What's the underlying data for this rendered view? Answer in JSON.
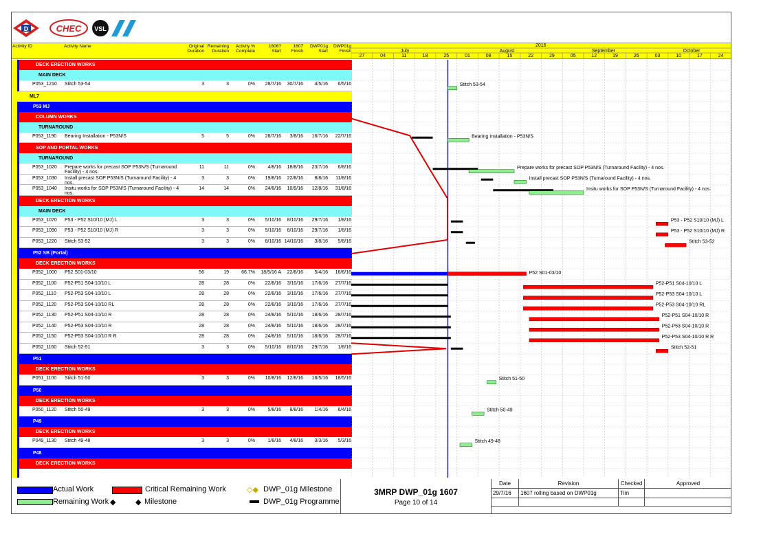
{
  "logos": [
    "D",
    "CHEC",
    "VSL"
  ],
  "columns": {
    "activity_id": "Activity ID",
    "activity_name": "Activity Name",
    "orig_duration": [
      "Original",
      "Duration"
    ],
    "rem_duration": [
      "Remaining",
      "Duration"
    ],
    "pct_complete": [
      "Activity %",
      "Complete"
    ],
    "start_1607": [
      "1606?",
      "Start"
    ],
    "finish_1607": [
      "1607",
      "Finish"
    ],
    "dwp_start": [
      "DWP01g",
      "Start"
    ],
    "dwp_finish": [
      "DWP01g",
      "Finish"
    ]
  },
  "timeline": {
    "year": "2016",
    "months": [
      "July",
      "August",
      "September",
      "October"
    ],
    "weeks": [
      "27",
      "04",
      "11",
      "18",
      "25",
      "01",
      "08",
      "15",
      "22",
      "29",
      "05",
      "12",
      "19",
      "26",
      "03",
      "10",
      "17",
      "24"
    ]
  },
  "rows": [
    {
      "type": "red",
      "label": "DECK ERECTION WORKS"
    },
    {
      "type": "cyan",
      "label": "MAIN DECK"
    },
    {
      "type": "act",
      "id": "P053_1210",
      "name": "Stitch 53-54",
      "od": "3",
      "rd": "3",
      "pc": "0%",
      "s": "28/7/16",
      "f": "30/7/16",
      "ds": "4/5/16",
      "df": "6/5/16",
      "bar": "Stitch 53-54"
    },
    {
      "type": "yellow",
      "label": "ML7"
    },
    {
      "type": "blue",
      "label": "P53 MJ"
    },
    {
      "type": "red",
      "label": "COLUMN WORKS"
    },
    {
      "type": "cyan",
      "label": "TURNAROUND"
    },
    {
      "type": "act",
      "id": "P053_1190",
      "name": "Bearing Installation - P53N/S",
      "od": "5",
      "rd": "5",
      "pc": "0%",
      "s": "28/7/16",
      "f": "3/8/16",
      "ds": "16/7/16",
      "df": "22/7/16",
      "bar": "Bearing Installation - P53N/S"
    },
    {
      "type": "red",
      "label": "SOP AND PORTAL WORKS"
    },
    {
      "type": "cyan",
      "label": "TURNAROUND"
    },
    {
      "type": "act",
      "id": "P053_1020",
      "name": "Prepare works for precast SOP P53N/S (Turnaround Facility) - 4 nos.",
      "od": "11",
      "rd": "11",
      "pc": "0%",
      "s": "4/8/16",
      "f": "18/8/16",
      "ds": "23/7/16",
      "df": "6/8/16",
      "bar": "Prepare works for precast SOP P53N/S (Turnaround Facility) - 4 nos."
    },
    {
      "type": "act",
      "id": "P053_1030",
      "name": "Install precast SOP P53N/S (Turnaround Facility) - 4 nos.",
      "od": "3",
      "rd": "3",
      "pc": "0%",
      "s": "19/8/16",
      "f": "22/8/16",
      "ds": "8/8/16",
      "df": "11/8/16",
      "bar": "Install precast SOP P53N/S (Turnaround Facility) - 4 nos."
    },
    {
      "type": "act",
      "id": "P053_1040",
      "name": "Insitu works for SOP P53N/S (Turnaround Facility) - 4 nos.",
      "od": "14",
      "rd": "14",
      "pc": "0%",
      "s": "24/8/16",
      "f": "10/9/16",
      "ds": "12/8/16",
      "df": "31/8/16",
      "bar": "Insitu works for SOP P53N/S (Turnaround Facility) - 4 nos."
    },
    {
      "type": "red",
      "label": "DECK ERECTION WORKS"
    },
    {
      "type": "cyan",
      "label": "MAIN DECK"
    },
    {
      "type": "act",
      "id": "P053_1070",
      "name": "P53 - P52 S10/10 (MJ) L",
      "od": "3",
      "rd": "3",
      "pc": "0%",
      "s": "5/10/16",
      "f": "8/10/16",
      "ds": "29/7/16",
      "df": "1/8/16",
      "bar": "P53 - P52 S10/10 (MJ) L"
    },
    {
      "type": "act",
      "id": "P053_1090",
      "name": "P53 - P52 S10/10 (MJ) R",
      "od": "3",
      "rd": "3",
      "pc": "0%",
      "s": "5/10/16",
      "f": "8/10/16",
      "ds": "29/7/16",
      "df": "1/8/16",
      "bar": "P53 - P52 S10/10 (MJ) R"
    },
    {
      "type": "act",
      "id": "P053_1220",
      "name": "Stitch 53-52",
      "od": "3",
      "rd": "3",
      "pc": "0%",
      "s": "8/10/16",
      "f": "14/10/16",
      "ds": "3/8/16",
      "df": "5/8/16",
      "bar": "Stitch 53-52"
    },
    {
      "type": "blue",
      "label": "P52 SB (Portal)"
    },
    {
      "type": "red",
      "label": "DECK ERECTION WORKS"
    },
    {
      "type": "act",
      "id": "P052_1000",
      "name": "P52 S01-03/10",
      "od": "56",
      "rd": "19",
      "pc": "66.7%",
      "s": "18/5/16 A",
      "f": "22/8/16",
      "ds": "5/4/16",
      "df": "16/6/16",
      "bar": "P52 S01-03/10"
    },
    {
      "type": "act",
      "id": "P052_1100",
      "name": "P52-P51 S04-10/10 L",
      "od": "28",
      "rd": "28",
      "pc": "0%",
      "s": "22/8/16",
      "f": "3/10/16",
      "ds": "17/6/16",
      "df": "27/7/16",
      "bar": "P52-P51 S04-10/10 L"
    },
    {
      "type": "act",
      "id": "P052_1110",
      "name": "P52-P53 S04-10/10 L",
      "od": "28",
      "rd": "28",
      "pc": "0%",
      "s": "22/8/16",
      "f": "3/10/16",
      "ds": "17/6/16",
      "df": "27/7/16",
      "bar": "P52-P53 S04-10/10 L"
    },
    {
      "type": "act",
      "id": "P052_1120",
      "name": "P52-P53 S04-10/10 RL",
      "od": "28",
      "rd": "28",
      "pc": "0%",
      "s": "22/8/16",
      "f": "3/10/16",
      "ds": "17/6/16",
      "df": "27/7/16",
      "bar": "P52-P53 S04-10/10 RL"
    },
    {
      "type": "act",
      "id": "P052_1130",
      "name": "P52-P51 S04-10/10 R",
      "od": "28",
      "rd": "28",
      "pc": "0%",
      "s": "24/8/16",
      "f": "5/10/16",
      "ds": "18/6/16",
      "df": "28/7/16",
      "bar": "P52-P51 S04-10/10 R"
    },
    {
      "type": "act",
      "id": "P052_1140",
      "name": "P52-P53 S04-10/10 R",
      "od": "28",
      "rd": "28",
      "pc": "0%",
      "s": "24/8/16",
      "f": "5/10/16",
      "ds": "18/6/16",
      "df": "28/7/16",
      "bar": "P52-P53 S04-10/10 R"
    },
    {
      "type": "act",
      "id": "P052_1150",
      "name": "P52-P53 S04-10/10 R R",
      "od": "28",
      "rd": "28",
      "pc": "0%",
      "s": "24/8/16",
      "f": "5/10/16",
      "ds": "18/6/16",
      "df": "28/7/16",
      "bar": "P52-P53 S04-10/10 R R"
    },
    {
      "type": "act",
      "id": "P052_1160",
      "name": "Stitch 52-51",
      "od": "3",
      "rd": "3",
      "pc": "0%",
      "s": "5/10/16",
      "f": "8/10/16",
      "ds": "29/7/16",
      "df": "1/8/16",
      "bar": "Stitch 52-51"
    },
    {
      "type": "blue",
      "label": "P51"
    },
    {
      "type": "red",
      "label": "DECK ERECTION WORKS"
    },
    {
      "type": "act",
      "id": "P051_1100",
      "name": "Stitch 51-50",
      "od": "3",
      "rd": "3",
      "pc": "0%",
      "s": "10/8/16",
      "f": "12/8/16",
      "ds": "16/5/16",
      "df": "18/5/16",
      "bar": "Stitch 51-50"
    },
    {
      "type": "blue",
      "label": "P50"
    },
    {
      "type": "red",
      "label": "DECK ERECTION WORKS"
    },
    {
      "type": "act",
      "id": "P050_1120",
      "name": "Stitch 50-49",
      "od": "3",
      "rd": "3",
      "pc": "0%",
      "s": "5/8/16",
      "f": "8/8/16",
      "ds": "1/4/16",
      "df": "6/4/16",
      "bar": "Stitch 50-49"
    },
    {
      "type": "blue",
      "label": "P49"
    },
    {
      "type": "red",
      "label": "DECK ERECTION WORKS"
    },
    {
      "type": "act",
      "id": "P049_1130",
      "name": "Stitch 49-48",
      "od": "3",
      "rd": "3",
      "pc": "0%",
      "s": "1/8/16",
      "f": "4/8/16",
      "ds": "3/3/16",
      "df": "5/3/16",
      "bar": "Stitch 49-48"
    },
    {
      "type": "blue",
      "label": "P48"
    },
    {
      "type": "red",
      "label": "DECK ERECTION WORKS"
    }
  ],
  "legend": {
    "actual": "Actual Work",
    "critical": "Critical Remaining Work",
    "milestone_dwp": "DWP_01g Milestone",
    "remaining": "Remaining Work",
    "milestone": "Milestone",
    "programme": "DWP_01g Programme"
  },
  "title": {
    "main": "3MRP DWP_01g 1607",
    "page": "Page 10 of 14"
  },
  "revision": {
    "h_date": "Date",
    "h_rev": "Revision",
    "h_checked": "Checked",
    "h_approved": "Approved",
    "date": "29/7/16",
    "rev": "1607 rolling based on DWP01g",
    "checked": "Tim",
    "approved": ""
  },
  "colors": {
    "red": "#ff0000",
    "blue": "#0000ff",
    "cyan": "#7ff8f8",
    "yellow": "#ffff00",
    "green": "#90ee90",
    "black": "#000000"
  }
}
